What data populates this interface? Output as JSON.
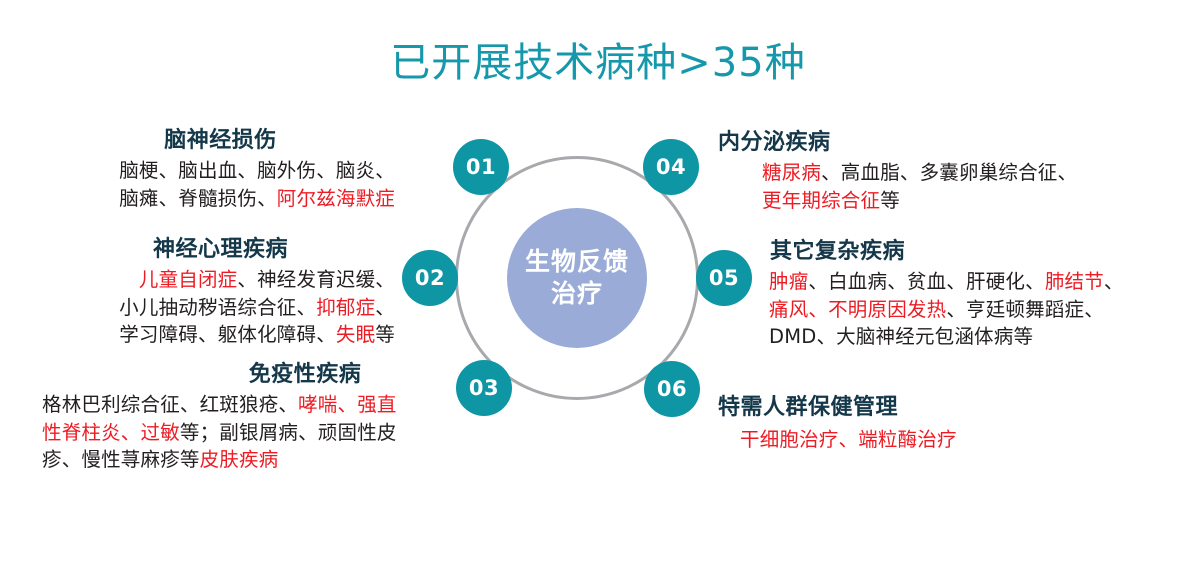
{
  "title": "已开展技术病种>35种",
  "center": {
    "label_line1": "生物反馈",
    "label_line2": "治疗"
  },
  "nodes": [
    {
      "id": "01",
      "label": "01"
    },
    {
      "id": "02",
      "label": "02"
    },
    {
      "id": "03",
      "label": "03"
    },
    {
      "id": "04",
      "label": "04"
    },
    {
      "id": "05",
      "label": "05"
    },
    {
      "id": "06",
      "label": "06"
    }
  ],
  "sections": {
    "s01": {
      "number": "01",
      "heading": "脑神经损伤",
      "line1_black": "脑梗、脑出血、脑外伤、脑炎、",
      "line2_black": "脑瘫、脊髓损伤、",
      "line2_red": "阿尔兹海默症"
    },
    "s02": {
      "number": "02",
      "heading": "神经心理疾病",
      "line1_red": "儿童自闭症",
      "line1_black": "、神经发育迟缓、",
      "line2_black": "小儿抽动秽语综合征、",
      "line2_red": "抑郁症",
      "line2_black_tail": "、",
      "line3_black": "学习障碍、躯体化障碍、",
      "line3_red": "失眠",
      "line3_black_tail": "等"
    },
    "s03": {
      "number": "03",
      "heading": "免疫性疾病",
      "line1_black": "格林巴利综合征、红斑狼疮、",
      "line1_red": "哮喘、强直",
      "line2_red": "性脊柱炎、过敏",
      "line2_black": "等；副银屑病、顽固性皮",
      "line3_black": "疹、慢性荨麻疹等",
      "line3_red": "皮肤疾病"
    },
    "s04": {
      "number": "04",
      "heading": "内分泌疾病",
      "line1_red": "糖尿病",
      "line1_black": "、高血脂、多囊卵巢综合征、",
      "line2_red": "更年期综合征",
      "line2_black": "等"
    },
    "s05": {
      "number": "05",
      "heading": "其它复杂疾病",
      "line1_red": "肿瘤",
      "line1_black": "、白血病、贫血、肝硬化、",
      "line1_red2": "肺结节",
      "line1_black_tail": "、",
      "line2_red": "痛风、不明原因发热",
      "line2_black": "、亨廷顿舞蹈症、",
      "line3_black": "DMD、大脑神经元包涵体病等"
    },
    "s06": {
      "number": "06",
      "heading": "特需人群保健管理",
      "line1_red": "干细胞治疗、端粒酶治疗"
    }
  },
  "colors": {
    "title_teal": "#1598ab",
    "node_teal": "#0e96a5",
    "hub_blue": "#9aabd8",
    "heading_dark": "#14374a",
    "highlight_red": "#ed1c24",
    "ring_gray": "#a7a9ac",
    "body_black": "#231f20"
  }
}
